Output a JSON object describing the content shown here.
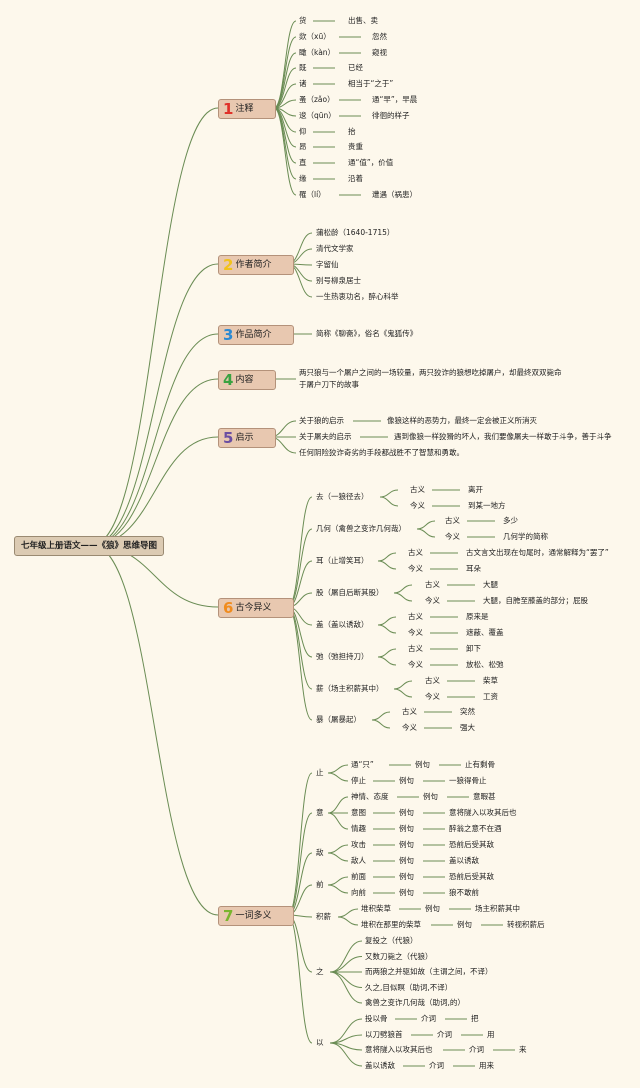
{
  "root": "七年级上册语文——《狼》思维导图",
  "colors": {
    "line": "#6a8c54",
    "red": "#e0312a",
    "yellow": "#f2c21a",
    "blue": "#2c8ad3",
    "green": "#3aa241",
    "purple": "#6a4ea2",
    "orange": "#f08c1e",
    "lime": "#7ab52e"
  },
  "hubs": [
    {
      "num": "1",
      "label": "注释"
    },
    {
      "num": "2",
      "label": "作者简介"
    },
    {
      "num": "3",
      "label": "作品简介"
    },
    {
      "num": "4",
      "label": "内容"
    },
    {
      "num": "5",
      "label": "启示"
    },
    {
      "num": "6",
      "label": "古今异义"
    },
    {
      "num": "7",
      "label": "一词多义"
    }
  ],
  "notes": [
    [
      "货",
      "出售、卖"
    ],
    [
      "欻（xū）",
      "忽然"
    ],
    [
      "瞰（kàn）",
      "窥视"
    ],
    [
      "既",
      "已经"
    ],
    [
      "诸",
      "相当于“之于”"
    ],
    [
      "蚤（zǎo）",
      "通“早”，早晨"
    ],
    [
      "逡（qūn）",
      "徘徊的样子"
    ],
    [
      "仰",
      "抬"
    ],
    [
      "昂",
      "贵重"
    ],
    [
      "直",
      "通“值”，价值"
    ],
    [
      "缘",
      "沿着"
    ],
    [
      "罹（lí）",
      "遭遇（祸患）"
    ]
  ],
  "author": [
    "蒲松龄（1640-1715）",
    "清代文学家",
    "字留仙",
    "别号柳泉居士",
    "一生热衷功名，醉心科举"
  ],
  "work": "简称《聊斋》，俗名《鬼狐传》",
  "content": [
    "两只狼与一个屠户之间的一场较量，两只狡诈的狼想吃掉屠户，却最终双双毙命",
    "于屠户刀下的故事"
  ],
  "insight": [
    {
      "k": "关于狼的启示",
      "v": "像狼这样的恶势力，最终一定会被正义所消灭"
    },
    {
      "k": "关于屠夫的启示",
      "v": "遇到像狼一样狡猾的坏人，我们要像屠夫一样敢于斗争，善于斗争"
    }
  ],
  "insight_extra": "任何阴险狡诈奇劣的手段都战胜不了智慧和勇敢。",
  "ancient": [
    {
      "w": "去（一狼径去）",
      "g": "离开",
      "j": "到某一地方"
    },
    {
      "w": "几何（禽兽之变诈几何哉）",
      "g": "多少",
      "j": "几何学的简称"
    },
    {
      "w": "耳（止增笑耳）",
      "g": "古文言文出现在句尾时，通常解释为“罢了”",
      "j": "耳朵"
    },
    {
      "w": "股（屠自后断其股）",
      "g": "大腿",
      "j": "大腿，自胯至膝盖的部分；屁股"
    },
    {
      "w": "盖（盖以诱敌）",
      "g": "原来是",
      "j": "遮蔽、覆盖"
    },
    {
      "w": "弛（弛担持刀）",
      "g": "卸下",
      "j": "放松、松弛"
    },
    {
      "w": "薪（场主积薪其中）",
      "g": "柴草",
      "j": "工资"
    },
    {
      "w": "暴（屠暴起）",
      "g": "突然",
      "j": "强大"
    }
  ],
  "ancient_tags": {
    "g": "古义",
    "j": "今义"
  },
  "poly_tag": "例句",
  "poly": [
    {
      "w": "止",
      "items": [
        {
          "m": "通“只”",
          "e": "止有剩骨"
        },
        {
          "m": "停止",
          "e": "一狼得骨止"
        }
      ]
    },
    {
      "w": "意",
      "items": [
        {
          "m": "神情、态度",
          "e": "意暇甚"
        },
        {
          "m": "意图",
          "e": "意将隧入以攻其后也"
        },
        {
          "m": "情趣",
          "e": "醉翁之意不在酒"
        }
      ]
    },
    {
      "w": "敌",
      "items": [
        {
          "m": "攻击",
          "e": "恐前后受其敌"
        },
        {
          "m": "敌人",
          "e": "盖以诱敌"
        }
      ]
    },
    {
      "w": "前",
      "items": [
        {
          "m": "前面",
          "e": "恐前后受其敌"
        },
        {
          "m": "向前",
          "e": "狼不敢前"
        }
      ]
    },
    {
      "w": "积薪",
      "items": [
        {
          "m": "堆积柴草",
          "e": "场主积薪其中"
        },
        {
          "m": "堆积在那里的柴草",
          "e": "转视积薪后"
        }
      ]
    }
  ],
  "zhi": {
    "w": "之",
    "items": [
      "复投之（代狼）",
      "又数刀毙之（代狼）",
      "而两狼之并驱如故（主谓之间，不译）",
      "久之,目似瞑（助词,不译）",
      "禽兽之变诈几何哉（助词,的）"
    ]
  },
  "yi": {
    "w": "以",
    "items": [
      {
        "s": "投以骨",
        "p": "介词",
        "m": "把"
      },
      {
        "s": "以刀劈狼首",
        "p": "介词",
        "m": "用"
      },
      {
        "s": "意将隧入以攻其后也",
        "p": "介词",
        "m": "来"
      },
      {
        "s": "盖以诱敌",
        "p": "介词",
        "m": "用来"
      }
    ]
  }
}
